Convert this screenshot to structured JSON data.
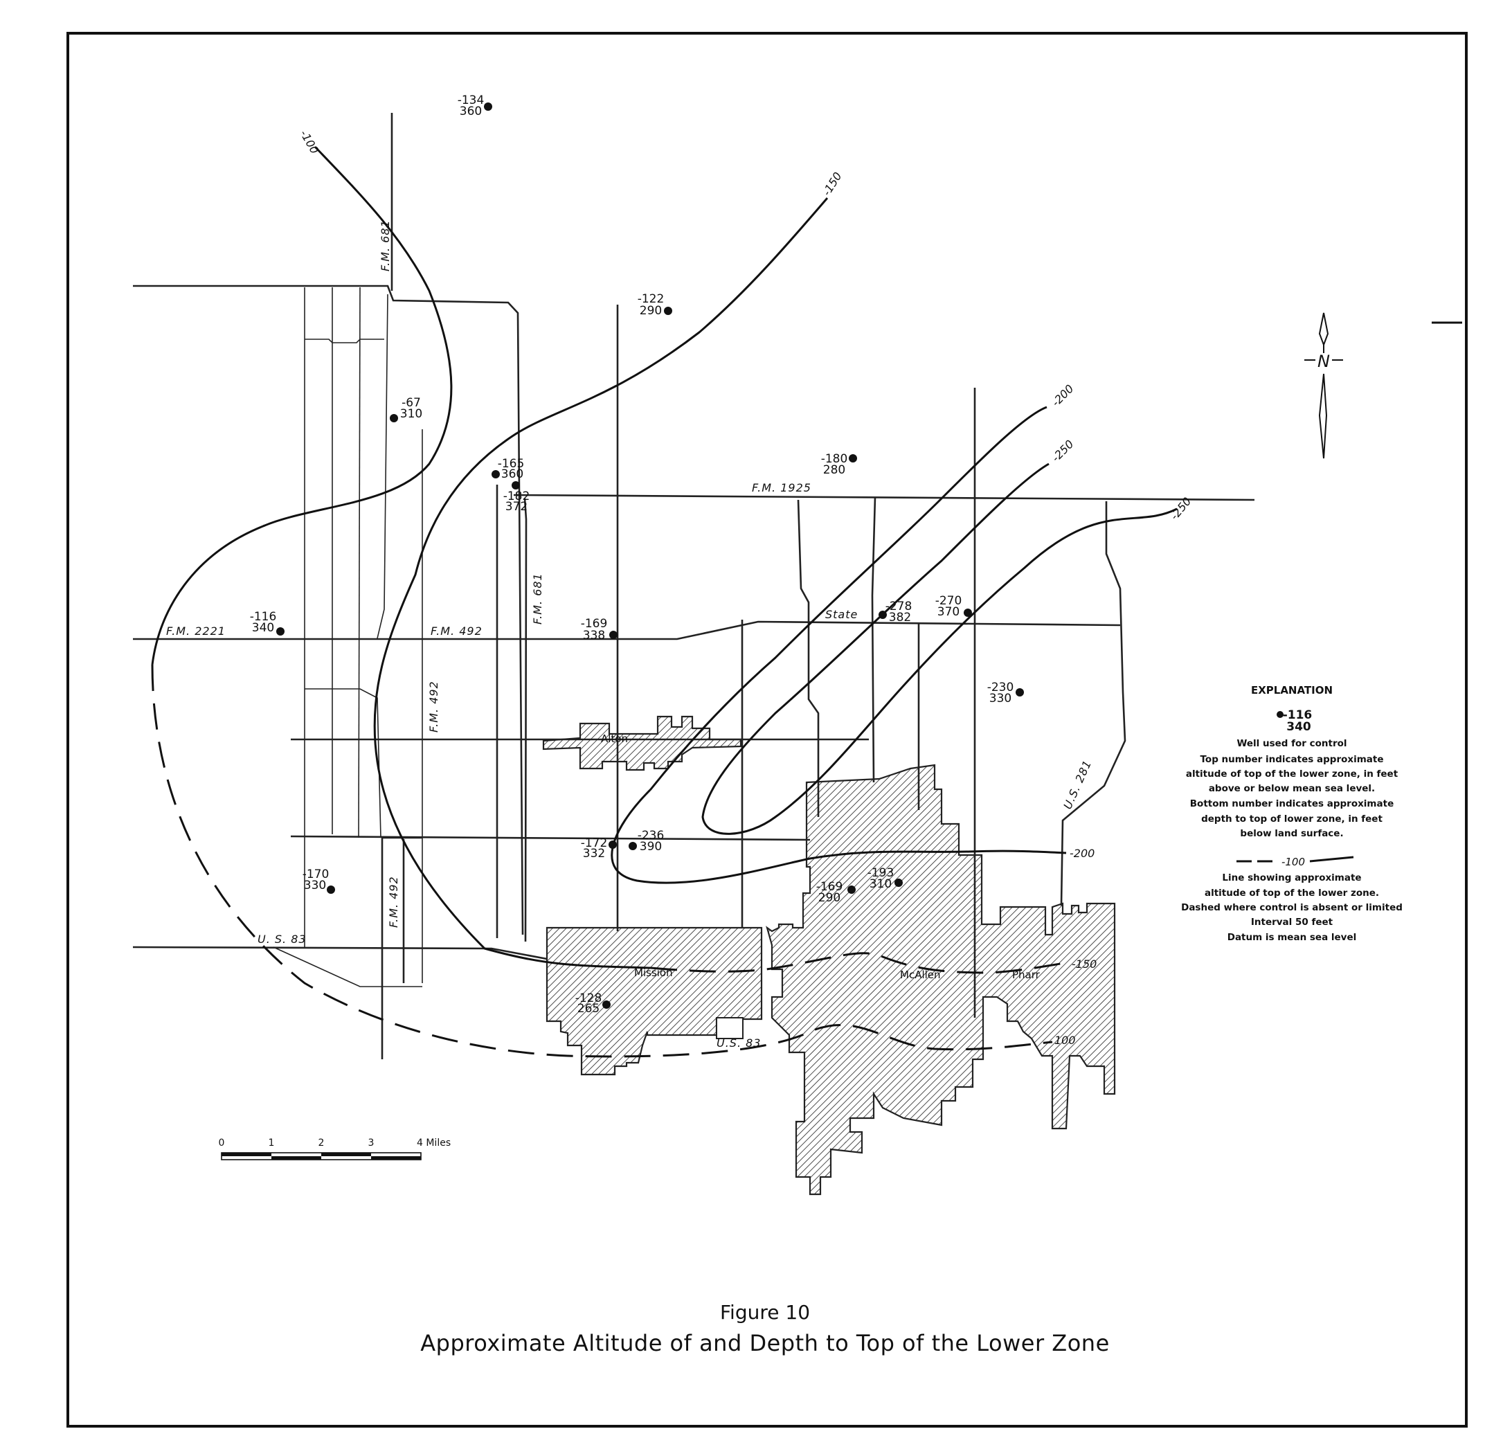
{
  "figure": {
    "number": "Figure 10",
    "title": "Approximate Altitude of and Depth to Top of the Lower Zone"
  },
  "explanation": {
    "heading": "EXPLANATION",
    "sample_altitude": "-116",
    "sample_depth": "340",
    "well_lines": [
      "Well used for control",
      "Top number indicates approximate",
      "altitude of top of the lower zone, in feet",
      "above or below mean sea level.",
      "Bottom number indicates approximate",
      "depth to top of lower zone, in feet",
      "below land surface."
    ],
    "line_sample_value": "-100",
    "line_lines": [
      "Line showing approximate",
      "altitude of top of the lower zone.",
      "Dashed where control is absent or limited",
      "Interval 50 feet",
      "Datum is mean sea level"
    ]
  },
  "north_arrow": {
    "label": "N"
  },
  "scale_bar": {
    "ticks": [
      "0",
      "1",
      "2",
      "3",
      "4 Miles"
    ]
  },
  "roads": {
    "fm2221": "F.M.  2221",
    "fm492_h": "F.M. 492",
    "fm681_top": "F.M. 681",
    "fm681_mid": "F.M. 681",
    "fm492_v1": "F.M. 492",
    "fm492_v2": "F.M. 492",
    "fm1925": "F.M.      1925",
    "state": "State",
    "us281": "U.S. 281",
    "us83_w": "U. S.     83",
    "us83_s": "U.S.    83"
  },
  "towns": {
    "alton": "Alton",
    "mission": "Mission",
    "mcallen": "McAllen",
    "pharr": "Pharr"
  },
  "contour_labels": {
    "c100_n": "-100",
    "c150_n": "-150",
    "c200_a": "-200",
    "c250_a": "-250",
    "c250_b": "-250",
    "c200_b": "-200",
    "c150_s": "-150",
    "c100_s": "100"
  },
  "wells": [
    {
      "altitude": "-134",
      "depth": "360"
    },
    {
      "altitude": "-122",
      "depth": "290"
    },
    {
      "altitude": "-67",
      "depth": "310"
    },
    {
      "altitude": "-165",
      "depth": "360"
    },
    {
      "altitude": "-182",
      "depth": "372"
    },
    {
      "altitude": "-180",
      "depth": "280"
    },
    {
      "altitude": "-116",
      "depth": "340"
    },
    {
      "altitude": "-169",
      "depth": "338"
    },
    {
      "altitude": "-278",
      "depth": "382"
    },
    {
      "altitude": "-270",
      "depth": "370"
    },
    {
      "altitude": "-230",
      "depth": "330"
    },
    {
      "altitude": "-172",
      "depth": "332"
    },
    {
      "altitude": "-236",
      "depth": "390"
    },
    {
      "altitude": "-193",
      "depth": "310"
    },
    {
      "altitude": "-169",
      "depth": "290"
    },
    {
      "altitude": "-170",
      "depth": "330"
    },
    {
      "altitude": "-128",
      "depth": "265"
    }
  ]
}
